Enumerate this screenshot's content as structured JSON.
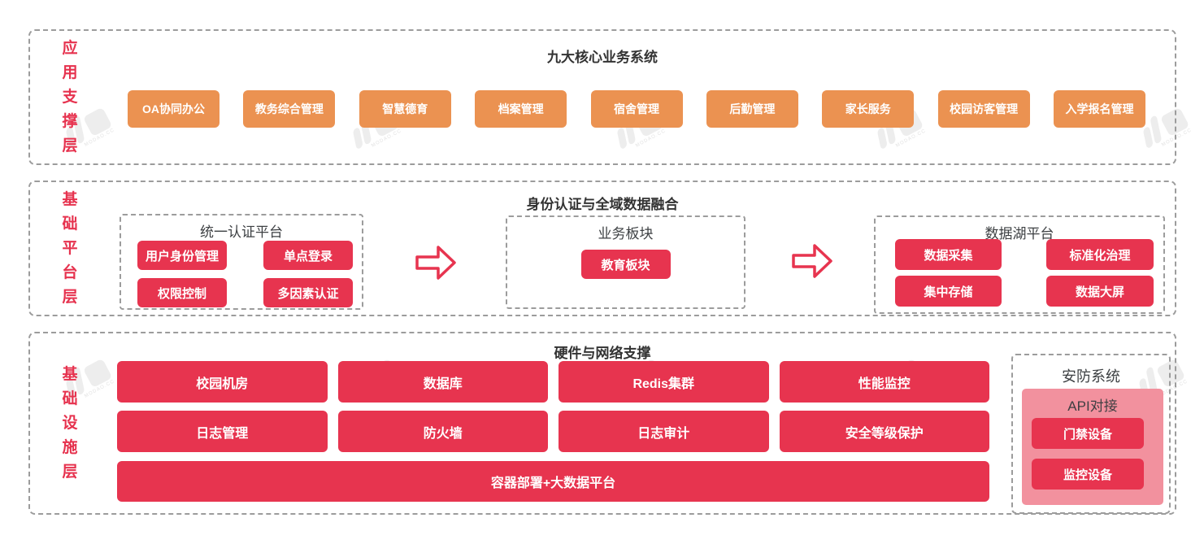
{
  "colors": {
    "accent_red": "#e7344f",
    "accent_orange": "#eb9251",
    "pink_panel": "#f2919e",
    "dashed_border": "#9c9c9c",
    "label_red": "#e6324e",
    "title_dark": "#333333"
  },
  "watermark": {
    "caption": "MODAO.CC"
  },
  "layers": {
    "app_support": {
      "label": "应用支撑层",
      "title": "九大核心业务系统",
      "systems": [
        "OA协同办公",
        "教务综合管理",
        "智慧德育",
        "档案管理",
        "宿舍管理",
        "后勤管理",
        "家长服务",
        "校园访客管理",
        "入学报名管理"
      ]
    },
    "platform": {
      "label": "基础平台层",
      "title": "身份认证与全域数据融合",
      "auth_platform": {
        "title": "统一认证平台",
        "items": [
          "用户身份管理",
          "单点登录",
          "权限控制",
          "多因素认证"
        ]
      },
      "business": {
        "title": "业务板块",
        "items": [
          "教育板块"
        ]
      },
      "data_lake": {
        "title": "数据湖平台",
        "items": [
          "数据采集",
          "标准化治理",
          "集中存储",
          "数据大屏"
        ]
      }
    },
    "infrastructure": {
      "label": "基础设施层",
      "title": "硬件与网络支撑",
      "row1": [
        "校园机房",
        "数据库",
        "Redis集群",
        "性能监控"
      ],
      "row2": [
        "日志管理",
        "防火墙",
        "日志审计",
        "安全等级保护"
      ],
      "wide": "容器部署+大数据平台",
      "security_system": {
        "title": "安防系统",
        "subtitle": "API对接",
        "items": [
          "门禁设备",
          "监控设备"
        ]
      }
    }
  }
}
